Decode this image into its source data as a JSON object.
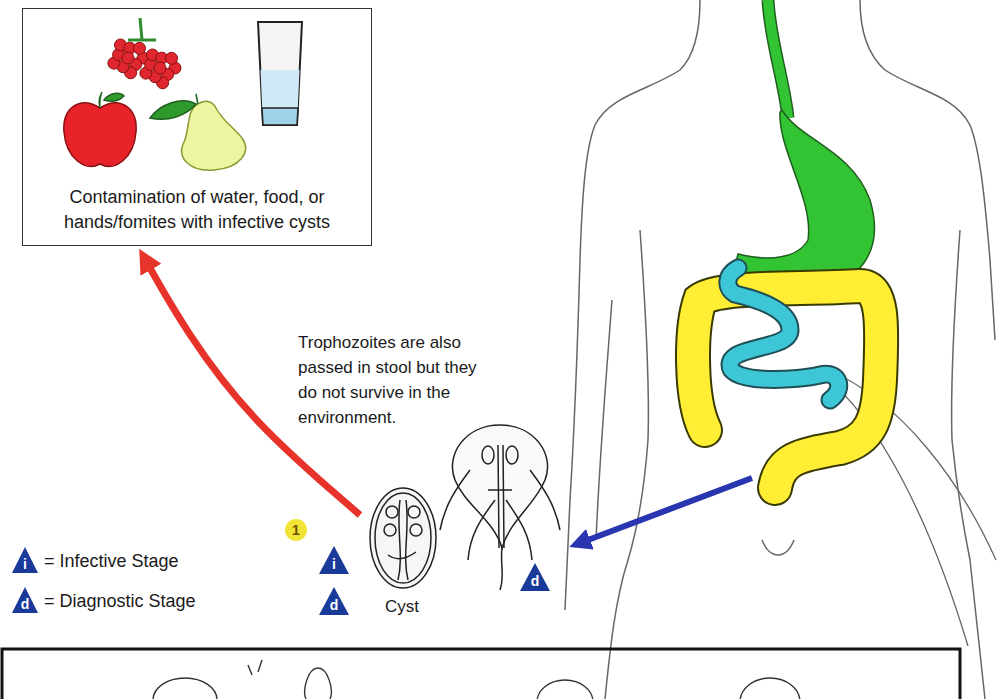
{
  "diagram": {
    "nodes": [
      {
        "text": [
          "Contamination of water, food, or hands/fomites with infective cysts"
        ]
      },
      {
        "text": [
          "Cyst"
        ]
      }
    ],
    "edges": [
      {
        "from": 1,
        "to": 0,
        "arrow": "to"
      }
    ],
    "labels": [
      "Trophozoites are also passed in stool but they do not survive in the environment.",
      "1",
      "i",
      "d",
      "i",
      "d",
      "d"
    ],
    "legend": [
      {
        "text": "= Infective Stage"
      },
      {
        "text": "= Diagnostic Stage"
      }
    ]
  }
}
